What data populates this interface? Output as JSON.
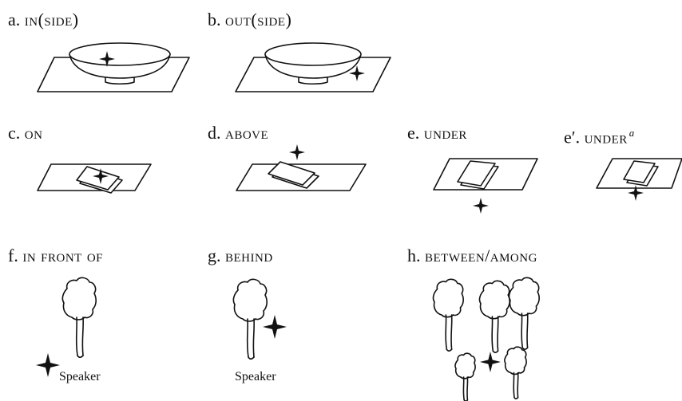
{
  "panels": [
    {
      "letter": "a.",
      "term": "in(side)"
    },
    {
      "letter": "b.",
      "term": "out(side)"
    },
    {
      "letter": "c.",
      "term": "on"
    },
    {
      "letter": "d.",
      "term": "above"
    },
    {
      "letter": "e.",
      "term": "under"
    },
    {
      "letter": "e′.",
      "term": "under",
      "superscript": "a"
    },
    {
      "letter": "f.",
      "term": "in front of"
    },
    {
      "letter": "g.",
      "term": "behind"
    },
    {
      "letter": "h.",
      "term": "between/among"
    }
  ],
  "speaker_labels": {
    "f": "Speaker",
    "g": "Speaker"
  }
}
